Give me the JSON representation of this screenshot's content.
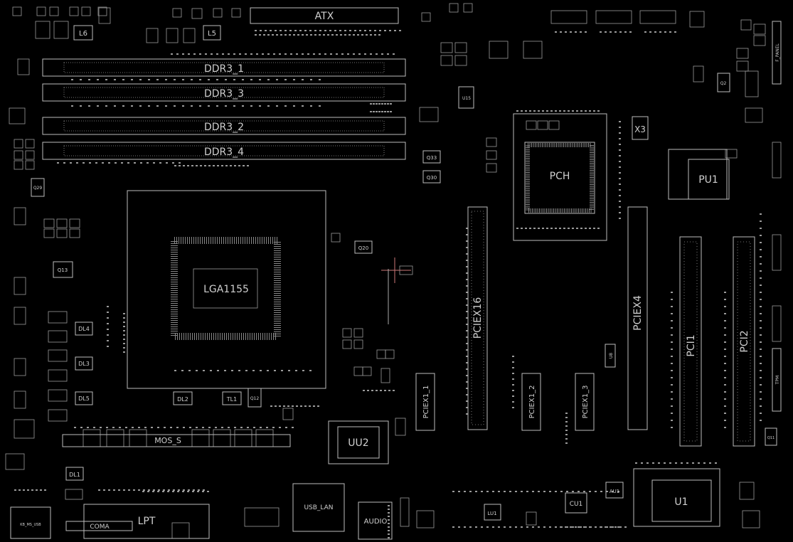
{
  "labels": {
    "atx": "ATX",
    "ddr3_1": "DDR3_1",
    "ddr3_3": "DDR3_3",
    "ddr3_2": "DDR3_2",
    "ddr3_4": "DDR3_4",
    "l6": "L6",
    "l5": "L5",
    "q29": "Q29",
    "q13": "Q13",
    "dl4": "DL4",
    "dl3": "DL3",
    "dl5": "DL5",
    "dl2": "DL2",
    "tl1": "TL1",
    "q12": "Q12",
    "dl1": "DL1",
    "mos": "MOS_S",
    "lpt": "LPT",
    "coma": "COMA",
    "kb": "KB_MS_USB",
    "usb_lan": "USB_LAN",
    "audio": "AUDIO",
    "uu2": "UU2",
    "q20": "Q20",
    "q33": "Q33",
    "q30": "Q30",
    "u15": "U15",
    "pch": "PCH",
    "x3": "X3",
    "pciex16": "PCIEX16",
    "pciex1_1": "PCIEX1_1",
    "pciex1_2": "PCIEX1_2",
    "pciex1_3": "PCIEX1_3",
    "pciex4": "PCIEX4",
    "u8": "U8",
    "pu1": "PU1",
    "pci1": "PCI1",
    "pci2": "PCI2",
    "u1": "U1",
    "cu1": "CU1",
    "au1": "AU1",
    "lu1": "LU1",
    "q2": "Q2",
    "f_panel": "F_PANEL",
    "tpm": "TPM",
    "q11": "Q11",
    "cpu": "LGA1155"
  }
}
